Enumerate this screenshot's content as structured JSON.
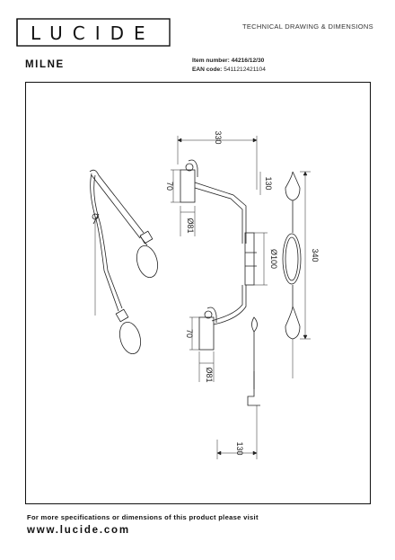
{
  "brand": {
    "logo_text": "LUCIDE"
  },
  "header": {
    "document_type": "TECHNICAL DRAWING & DIMENSIONS",
    "product_name": "MILNE",
    "item_number_label": "Item number:",
    "item_number_value": "44216/12/30",
    "ean_label": "EAN code:",
    "ean_value": "5411212421104"
  },
  "dimensions": {
    "width_top": "330",
    "head_height_top": "70",
    "head_diameter_top": "Ø81",
    "arm_offset": "130",
    "base_height": "Ø100",
    "head_height_bottom": "70",
    "head_diameter_bottom": "Ø81",
    "arm_bottom_width": "130",
    "total_height": "340"
  },
  "footer": {
    "note": "For more specifications or dimensions of this product please visit",
    "url": "www.lucide.com"
  }
}
